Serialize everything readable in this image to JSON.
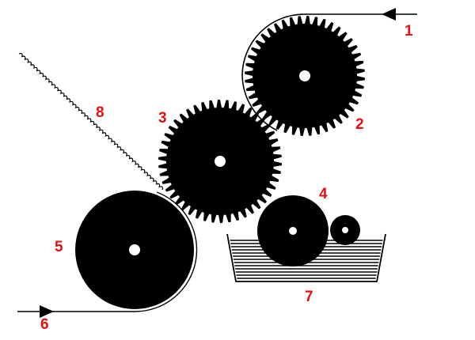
{
  "colors": {
    "ink": "#000000",
    "paper": "#ffffff",
    "label": "#e60f0f",
    "liquid": "#000000"
  },
  "labels": {
    "l1": "1",
    "l2": "2",
    "l3": "3",
    "l4": "4",
    "l5": "5",
    "l6": "6",
    "l7": "7",
    "l8": "8"
  }
}
